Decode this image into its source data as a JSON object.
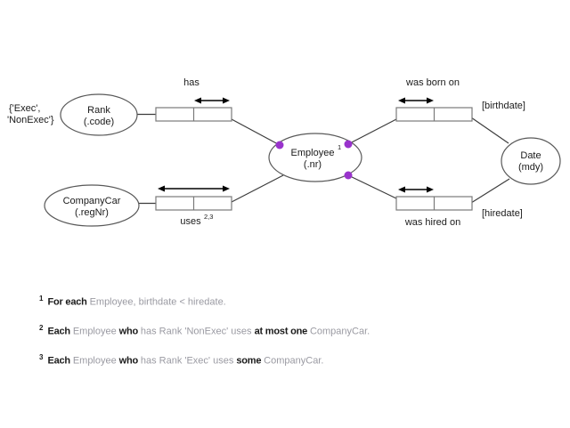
{
  "colors": {
    "purple": "#9933CC",
    "line": "#3c3c3c",
    "box_stroke": "#7a7a7a",
    "ellipse_stroke": "#595959",
    "keyword_text": "#1a1a1a",
    "object_text": "#9a9aa2"
  },
  "diagram": {
    "value_constraint": {
      "line1": "{'Exec',",
      "line2": "'NonExec'}"
    },
    "entities": {
      "rank": {
        "name": "Rank",
        "ref_mode": "(.code)"
      },
      "company_car": {
        "name": "CompanyCar",
        "ref_mode": "(.regNr)"
      },
      "employee": {
        "name": "Employee",
        "ref_mode": "(.nr)",
        "note_ref": "1"
      },
      "date": {
        "name": "Date",
        "ref_mode": "(mdy)"
      }
    },
    "predicates": {
      "has": {
        "label": "has"
      },
      "uses": {
        "label": "uses",
        "note_ref": "2,3"
      },
      "was_born_on": {
        "label": "was born on"
      },
      "was_hired_on": {
        "label": "was hired on"
      }
    },
    "role_names": {
      "birthdate": "[birthdate]",
      "hiredate": "[hiredate]"
    }
  },
  "footnotes": [
    {
      "marker": "1",
      "segments": [
        {
          "text": "For each ",
          "style": "keyword"
        },
        {
          "text": "Employee, birthdate < hiredate.",
          "style": "object"
        }
      ]
    },
    {
      "marker": "2",
      "segments": [
        {
          "text": "Each ",
          "style": "keyword"
        },
        {
          "text": "Employee",
          "style": "object"
        },
        {
          "text": " who ",
          "style": "keyword"
        },
        {
          "text": "has Rank 'NonExec' uses ",
          "style": "object"
        },
        {
          "text": "at most one ",
          "style": "keyword"
        },
        {
          "text": "CompanyCar.",
          "style": "object"
        }
      ]
    },
    {
      "marker": "3",
      "segments": [
        {
          "text": "Each ",
          "style": "keyword"
        },
        {
          "text": "Employee",
          "style": "object"
        },
        {
          "text": " who ",
          "style": "keyword"
        },
        {
          "text": "has Rank 'Exec' uses ",
          "style": "object"
        },
        {
          "text": "some ",
          "style": "keyword"
        },
        {
          "text": "CompanyCar.",
          "style": "object"
        }
      ]
    }
  ]
}
